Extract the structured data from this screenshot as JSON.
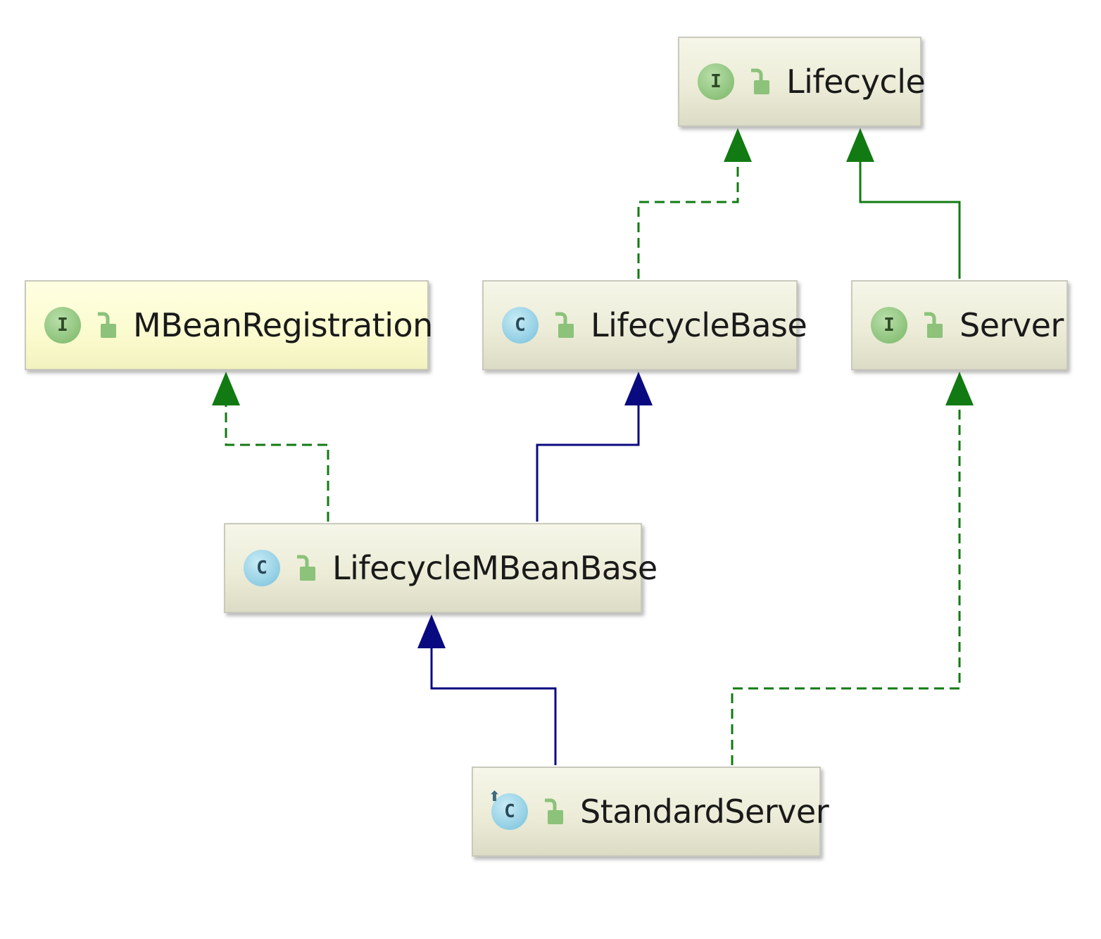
{
  "diagram": {
    "nodes": [
      {
        "id": "lifecycle",
        "label": "Lifecycle",
        "kind": "interface",
        "badge": "I",
        "highlight": false
      },
      {
        "id": "mbean",
        "label": "MBeanRegistration",
        "kind": "interface",
        "badge": "I",
        "highlight": true
      },
      {
        "id": "lbase",
        "label": "LifecycleBase",
        "kind": "class",
        "badge": "C",
        "highlight": false
      },
      {
        "id": "server",
        "label": "Server",
        "kind": "interface",
        "badge": "I",
        "highlight": false
      },
      {
        "id": "lmbase",
        "label": "LifecycleMBeanBase",
        "kind": "class",
        "badge": "C",
        "highlight": false
      },
      {
        "id": "std",
        "label": "StandardServer",
        "kind": "class",
        "badge": "C",
        "highlight": false
      }
    ],
    "edges": [
      {
        "from": "lbase",
        "to": "lifecycle",
        "type": "implements"
      },
      {
        "from": "server",
        "to": "lifecycle",
        "type": "extends-interface"
      },
      {
        "from": "lmbase",
        "to": "mbean",
        "type": "implements"
      },
      {
        "from": "lmbase",
        "to": "lbase",
        "type": "extends"
      },
      {
        "from": "std",
        "to": "lmbase",
        "type": "extends"
      },
      {
        "from": "std",
        "to": "server",
        "type": "implements"
      }
    ],
    "colors": {
      "interface_edge": "#127a12",
      "class_edge": "#0a0a80",
      "lock": "#8cc27a"
    }
  }
}
